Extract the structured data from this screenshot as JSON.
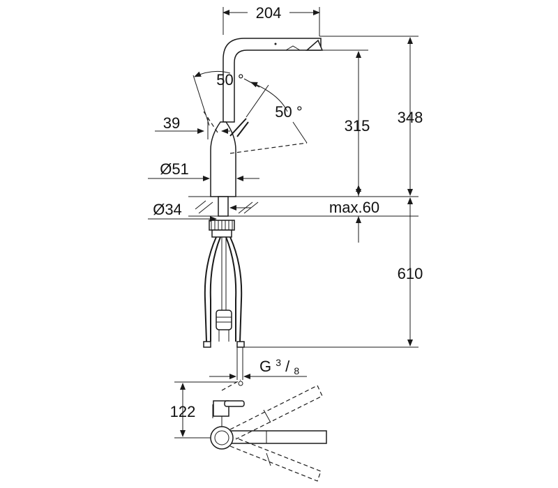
{
  "drawing": {
    "dimensions": {
      "spout_reach": "204",
      "spout_angle_left": "50 °",
      "handle_angle": "50 °",
      "handle_offset": "39",
      "body_diameter": "Ø51",
      "hole_diameter": "Ø34",
      "outlet_height": "315",
      "total_height": "348",
      "max_thickness": "max.60",
      "hose_length": "610",
      "connection_thread_main": "G",
      "connection_thread_num": "3",
      "connection_thread_den": "8",
      "plan_depth": "122"
    }
  }
}
